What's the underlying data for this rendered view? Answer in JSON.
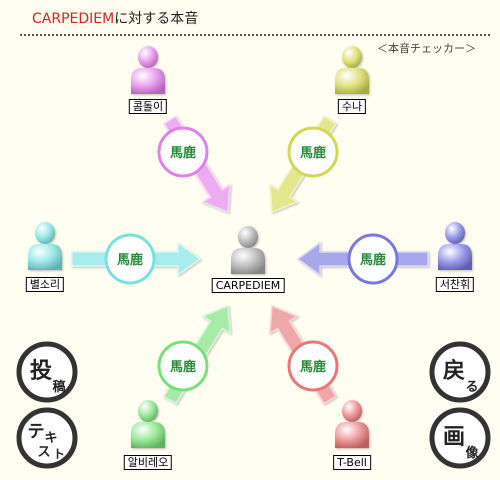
{
  "title": {
    "name": "CARPEDIEM",
    "suffix": "に対する本音"
  },
  "subtitle": "＜本音チェッカー＞",
  "center": {
    "name": "CARPEDIEM"
  },
  "users": [
    {
      "id": "top-left",
      "name": "콤돌이",
      "opinion": "馬鹿",
      "color": "#e080e8"
    },
    {
      "id": "top-right",
      "name": "수나",
      "opinion": "馬鹿",
      "color": "#d4d850"
    },
    {
      "id": "left",
      "name": "별소리",
      "opinion": "馬鹿",
      "color": "#78e0e0"
    },
    {
      "id": "right",
      "name": "서찬휘",
      "opinion": "馬鹿",
      "color": "#7878e0"
    },
    {
      "id": "bottom-left",
      "name": "알비레오",
      "opinion": "馬鹿",
      "color": "#78e078"
    },
    {
      "id": "bottom-right",
      "name": "T-Bell",
      "opinion": "馬鹿",
      "color": "#e87878"
    }
  ],
  "buttons": {
    "post": [
      "投",
      "稿"
    ],
    "text": [
      "テ",
      "キ",
      "ス",
      "ト"
    ],
    "back": [
      "戻",
      "る"
    ],
    "image": [
      "画",
      "像"
    ]
  }
}
